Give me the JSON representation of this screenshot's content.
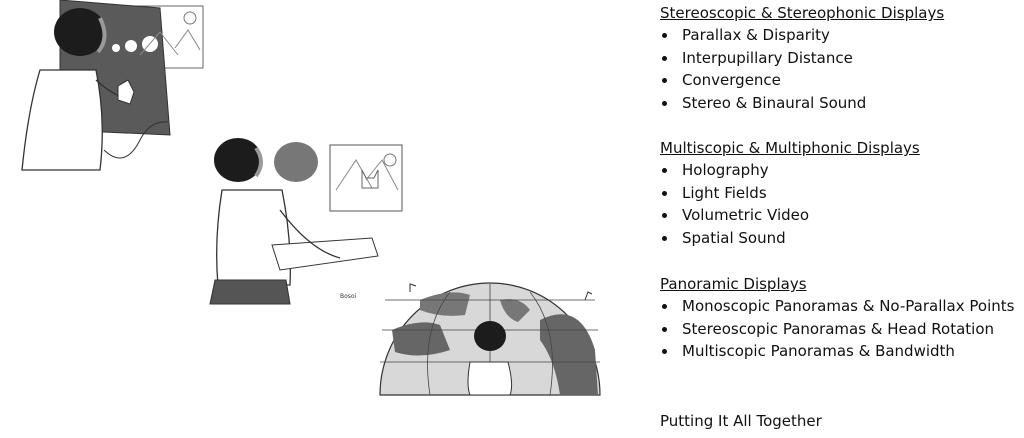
{
  "illustrations": {
    "signature": "Bosoi"
  },
  "sections": [
    {
      "heading": "Stereoscopic & Stereophonic Displays",
      "items": [
        "Parallax & Disparity",
        "Interpupillary Distance",
        "Convergence",
        "Stereo & Binaural Sound"
      ]
    },
    {
      "heading": "Multiscopic & Multiphonic Displays",
      "items": [
        "Holography",
        "Light Fields",
        "Volumetric Video",
        "Spatial Sound"
      ]
    },
    {
      "heading": "Panoramic  Displays",
      "items": [
        "Monoscopic Panoramas & No-Parallax Points",
        "Stereoscopic Panoramas & Head Rotation",
        "Multiscopic Panoramas & Bandwidth"
      ]
    }
  ],
  "closing": "Putting It All Together"
}
